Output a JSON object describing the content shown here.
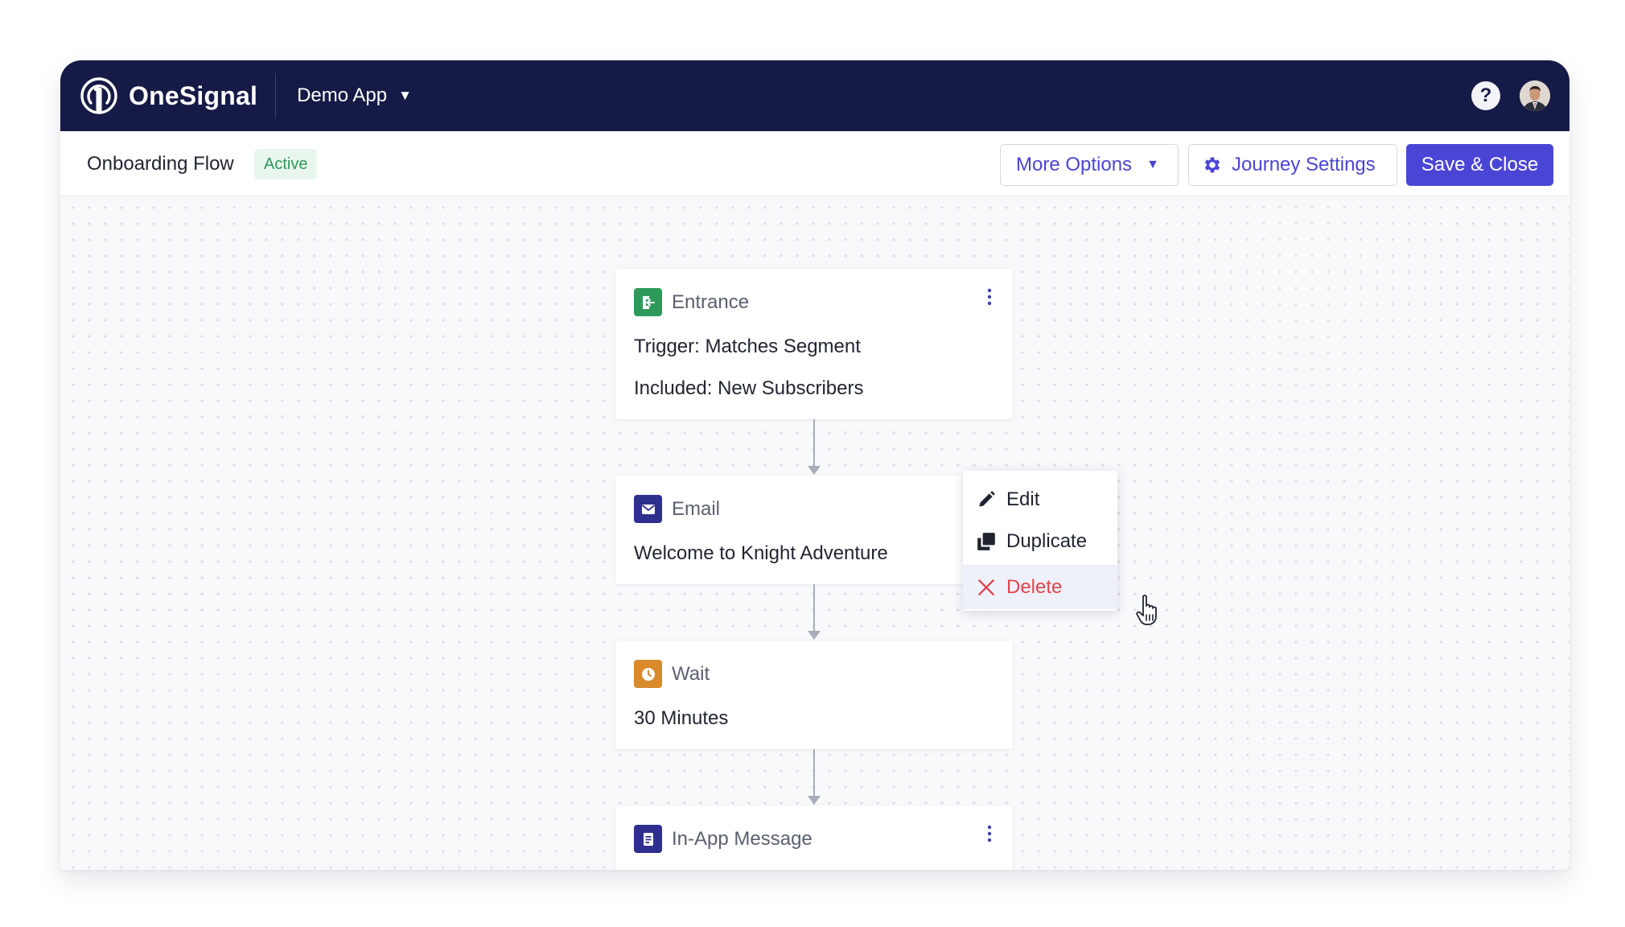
{
  "header": {
    "brand_name": "OneSignal",
    "app_name": "Demo App",
    "help_label": "?"
  },
  "subheader": {
    "flow_title": "Onboarding Flow",
    "status": "Active",
    "more_options_label": "More Options",
    "journey_settings_label": "Journey Settings",
    "save_close_label": "Save & Close"
  },
  "nodes": [
    {
      "type": "Entrance",
      "icon": "entrance-icon",
      "color": "#2e9a5a",
      "lines": [
        "Trigger: Matches Segment",
        "Included: New Subscribers"
      ]
    },
    {
      "type": "Email",
      "icon": "email-icon",
      "color": "#2f2f8f",
      "lines": [
        "Welcome to Knight Adventure"
      ]
    },
    {
      "type": "Wait",
      "icon": "clock-icon",
      "color": "#d98a2b",
      "lines": [
        "30 Minutes"
      ]
    },
    {
      "type": "In-App Message",
      "icon": "in-app-message-icon",
      "color": "#2f2f8f",
      "lines": []
    }
  ],
  "context_menu": {
    "items": [
      {
        "label": "Edit",
        "icon": "pencil-icon"
      },
      {
        "label": "Duplicate",
        "icon": "duplicate-icon"
      },
      {
        "label": "Delete",
        "icon": "close-icon"
      }
    ]
  },
  "colors": {
    "nav_bg": "#161a46",
    "primary": "#4b45d6",
    "danger": "#e0464d",
    "active_badge_bg": "#e9f6ee",
    "active_badge_text": "#2e9a5a"
  }
}
